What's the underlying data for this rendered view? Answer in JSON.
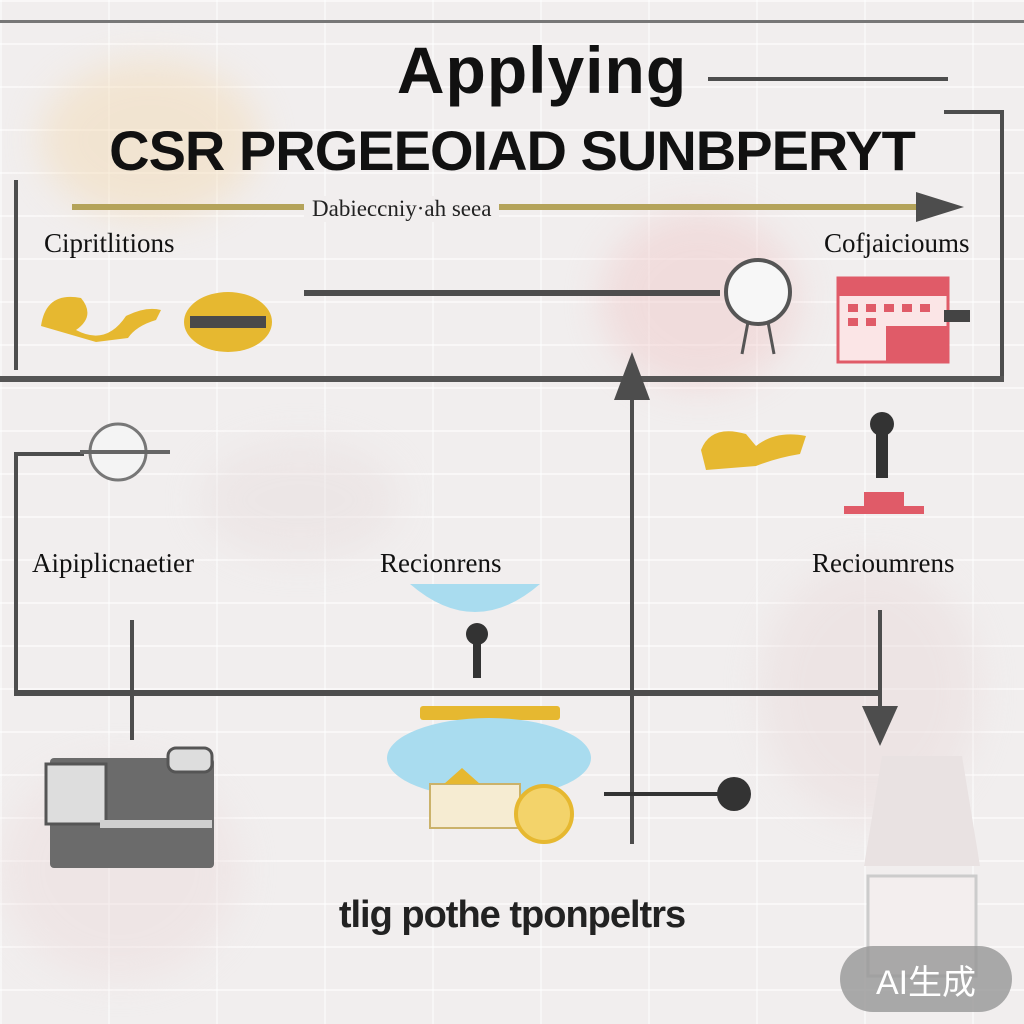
{
  "title": {
    "line1": "Applying",
    "line2": "CSR PRGEEOIAD SUNBPERYT"
  },
  "banner_text": "Dabieccniy·ah seea",
  "labels": {
    "top_left": "Cipritlitions",
    "top_right": "Cofjaicioums",
    "mid_left": "Aipiplicnaetier",
    "mid_center": "Recionrens",
    "mid_right": "Recioumrens"
  },
  "footer_text": "tlig pothe tponpeltrs",
  "badge": "AI生成",
  "colors": {
    "accent_gold": "#e6b830",
    "line_gray": "#4d4d4d",
    "calendar_red": "#e05b68",
    "cloud_blue": "#a9dcef"
  },
  "icons": [
    "gold-ribbon-icon",
    "gold-coin-icon",
    "magnifier-icon",
    "calendar-icon",
    "pin-stand-icon",
    "handshake-icon",
    "briefcase-icon",
    "cloud-icon",
    "coin-icon"
  ]
}
